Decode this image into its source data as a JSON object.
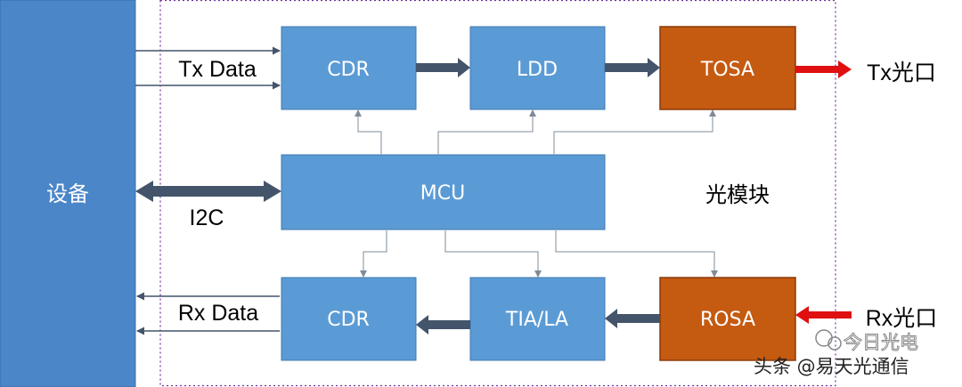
{
  "device": {
    "label": "设备"
  },
  "module": {
    "label": "光模块"
  },
  "signals": {
    "tx_data": "Tx Data",
    "rx_data": "Rx Data",
    "i2c": "I2C",
    "tx_port": "Tx光口",
    "rx_port": "Rx光口"
  },
  "blocks": {
    "tx_cdr": "CDR",
    "ldd": "LDD",
    "tosa": "TOSA",
    "mcu": "MCU",
    "rx_cdr": "CDR",
    "tia_la": "TIA/LA",
    "rosa": "ROSA"
  },
  "watermark": {
    "line1": "今日光电",
    "line2": "头条 @易天光通信"
  },
  "colors": {
    "device_fill": "#4A86C8",
    "block_fill": "#5B9BD5",
    "block_stroke": "#3E78B0",
    "osa_fill": "#C55A11",
    "osa_stroke": "#8A3A08",
    "thick_arrow": "#44546A",
    "port_arrow": "#E01010",
    "module_border": "#7030A0"
  }
}
